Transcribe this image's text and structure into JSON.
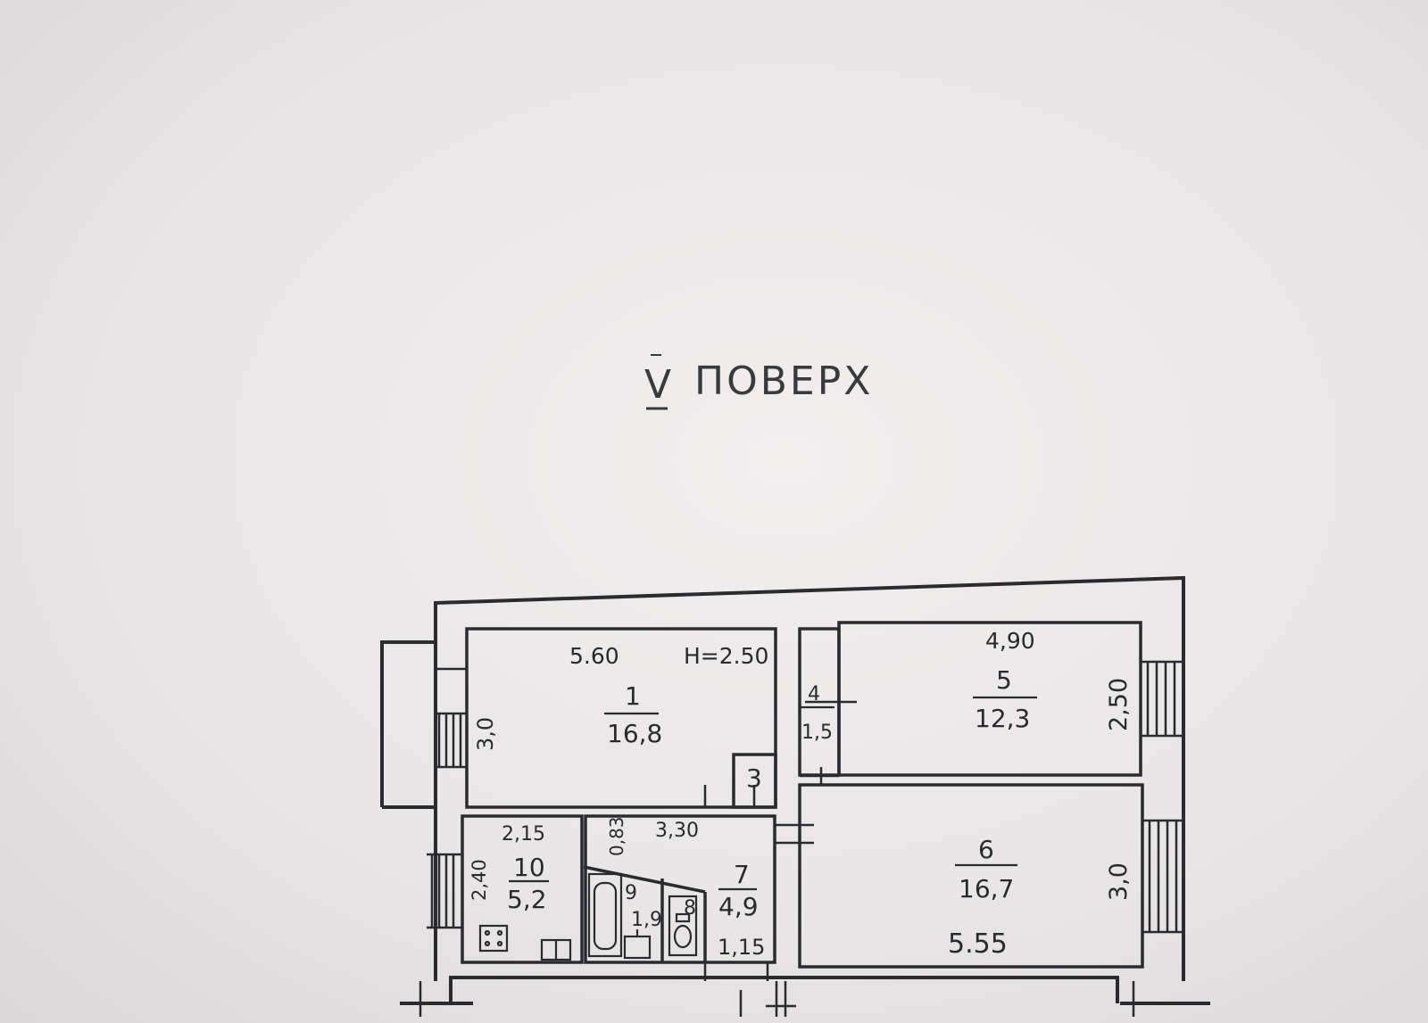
{
  "floor_label": {
    "numeral": "V",
    "word": "ПОВЕРХ"
  },
  "ceiling_height": "H=2.50",
  "rooms": [
    {
      "id": "1",
      "area": "16,8"
    },
    {
      "id": "3",
      "area": ""
    },
    {
      "id": "4",
      "area": "1,5"
    },
    {
      "id": "5",
      "area": "12,3"
    },
    {
      "id": "6",
      "area": "16,7"
    },
    {
      "id": "7",
      "area": "4,9"
    },
    {
      "id": "8",
      "area": ""
    },
    {
      "id": "9",
      "area": "1,9"
    },
    {
      "id": "10",
      "area": "5,2"
    }
  ],
  "dimensions": {
    "room1_width": "5.60",
    "room1_depth": "3,0",
    "room5_width": "4,90",
    "room5_depth": "2,50",
    "room6_width": "5.55",
    "room6_depth": "3,0",
    "room10_width": "2,15",
    "room10_depth": "2,40",
    "bath_width": "0,83",
    "corridor_width": "3,30",
    "corridor_depth": "1,15"
  },
  "colors": {
    "paper": "#ebe8e9",
    "ink": "#2b2b2f"
  }
}
